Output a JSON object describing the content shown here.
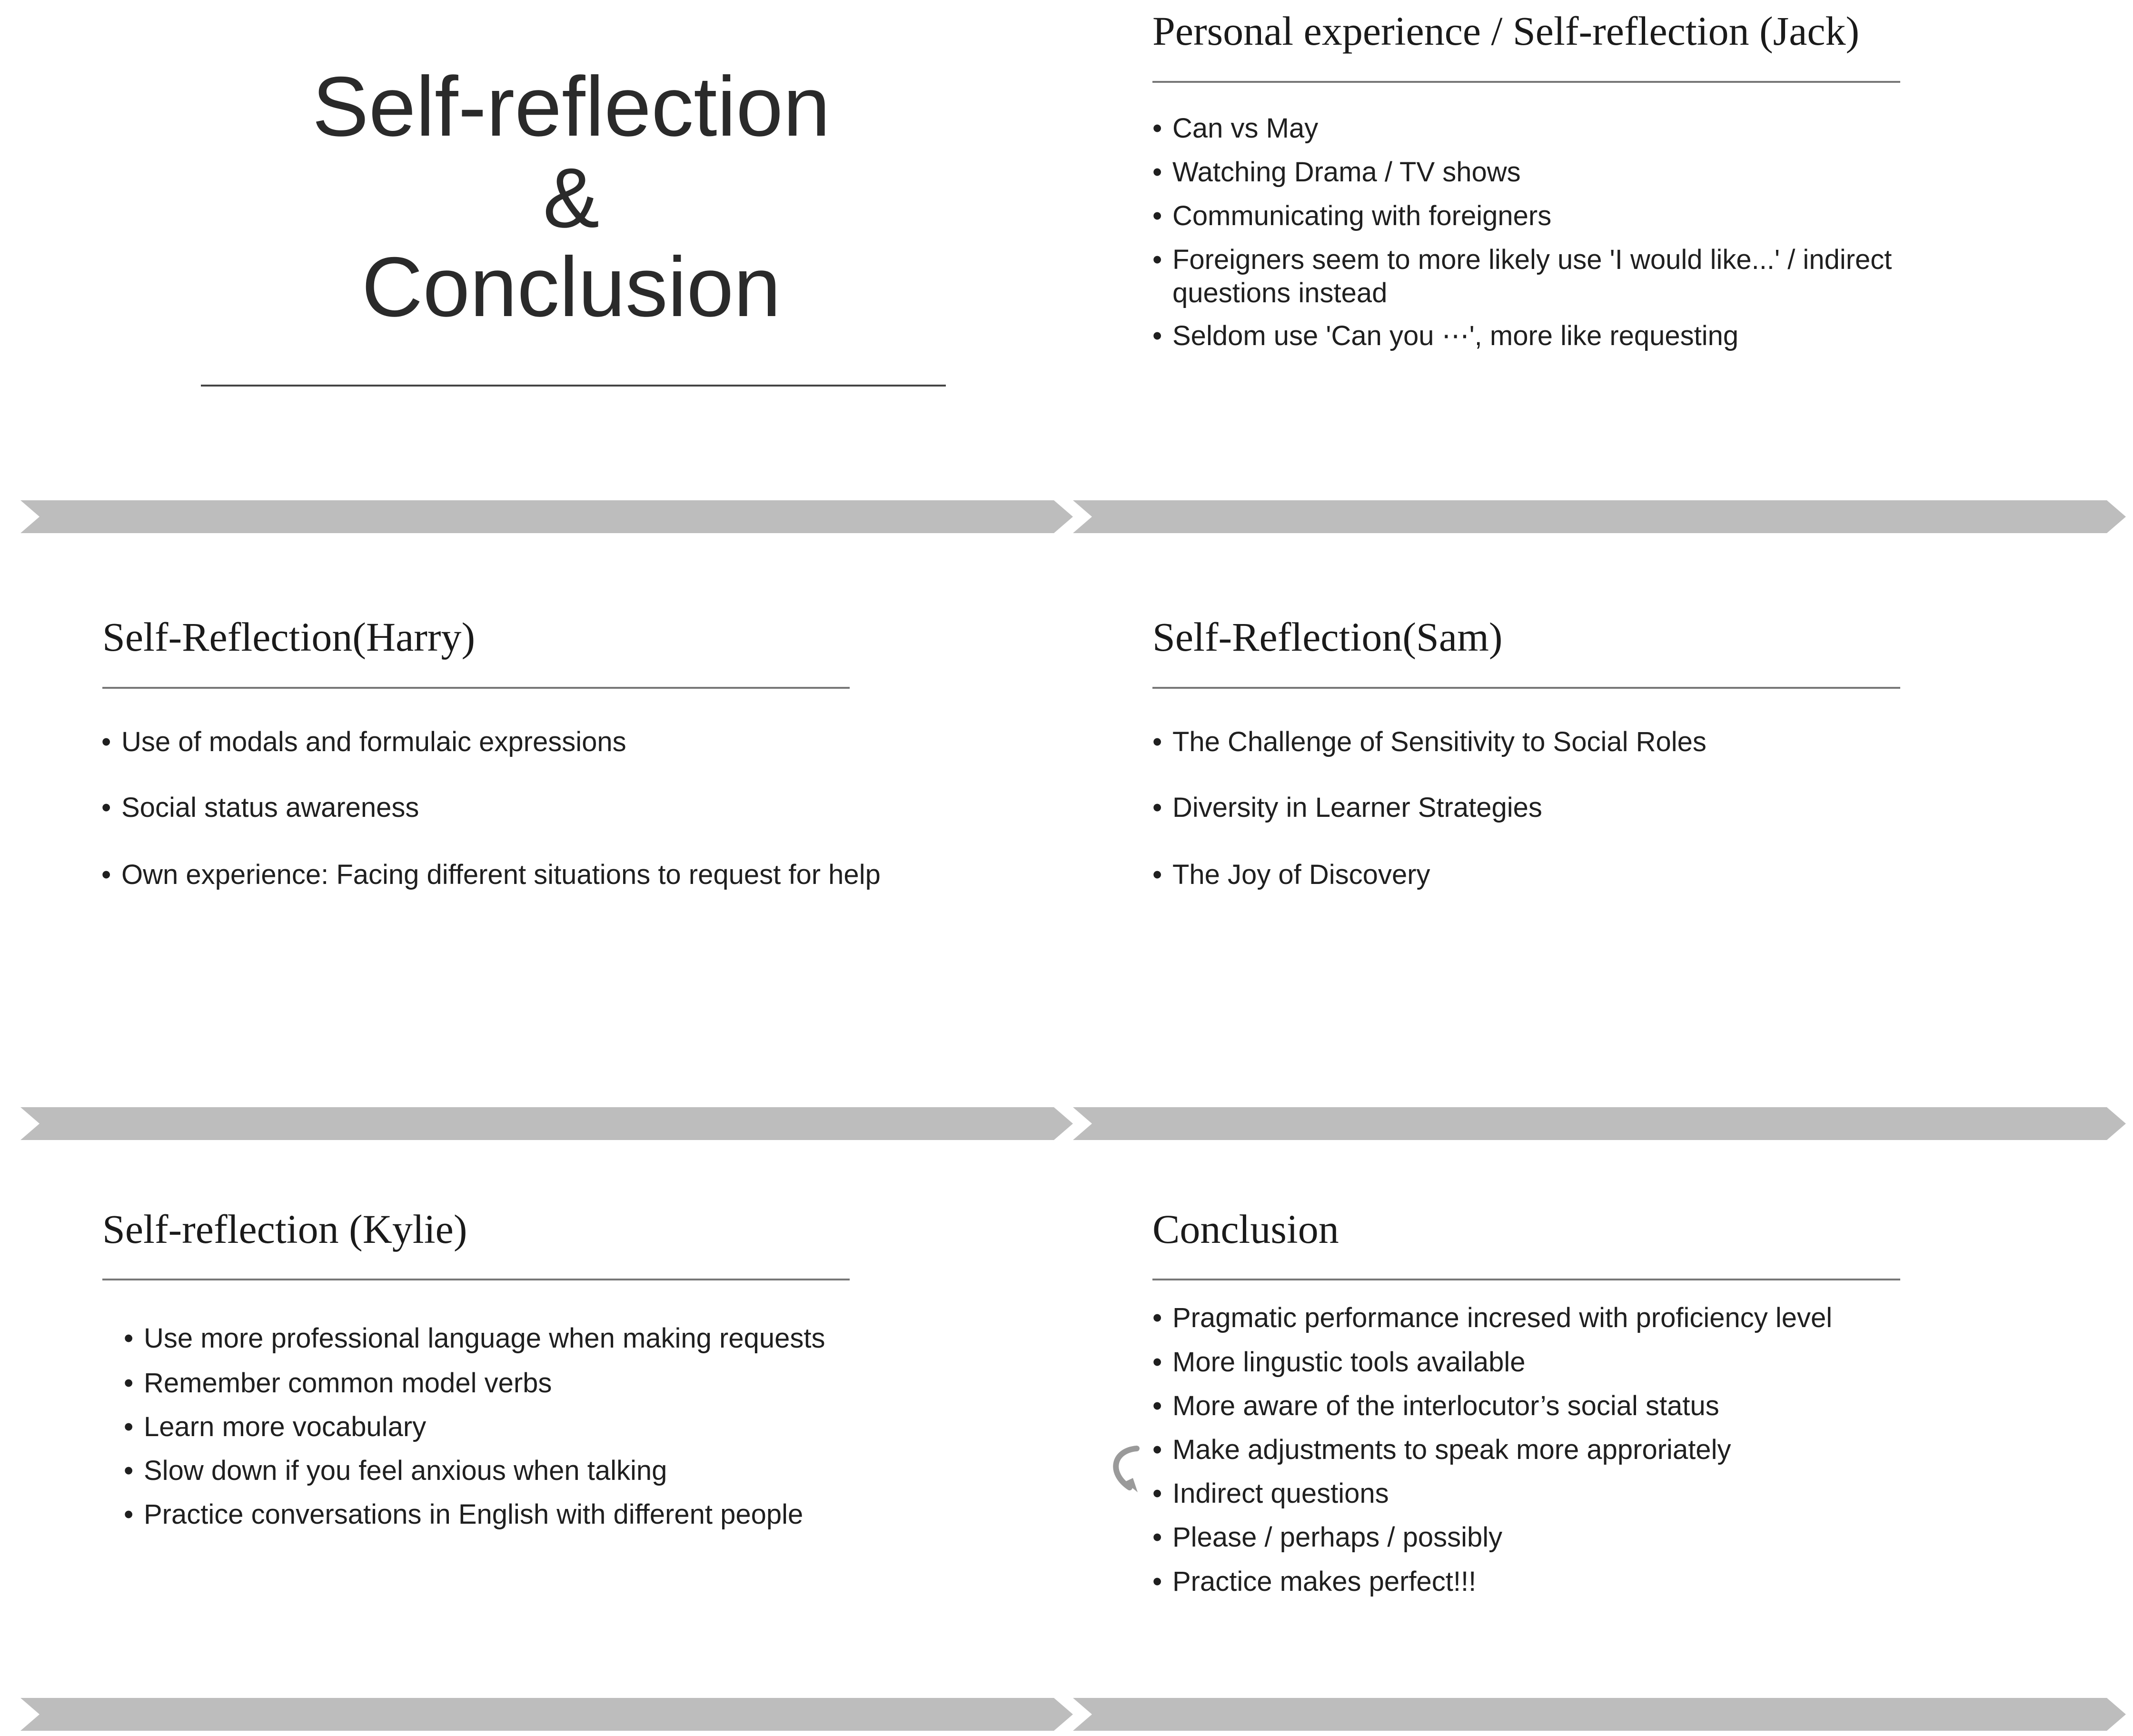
{
  "title_slide": {
    "line1": "Self-reflection",
    "line2": "&",
    "line3": "Conclusion"
  },
  "jack": {
    "title": "Personal experience / Self-reflection (Jack)",
    "bullets": [
      "Can vs May",
      "Watching Drama / TV shows",
      "Communicating with foreigners",
      "Foreigners seem to more likely use 'I would like...' / indirect questions instead",
      "Seldom use 'Can you ⋯', more like requesting"
    ]
  },
  "harry": {
    "title": "Self-Reflection(Harry)",
    "bullets": [
      "Use of modals and formulaic expressions",
      "Social status awareness",
      "Own experience: Facing different situations to request for help"
    ]
  },
  "sam": {
    "title": "Self-Reflection(Sam)",
    "bullets": [
      "The Challenge of Sensitivity to Social Roles",
      "Diversity in Learner Strategies",
      "The Joy of Discovery"
    ]
  },
  "kylie": {
    "title": "Self-reflection (Kylie)",
    "bullets": [
      "Use more professional language when making requests",
      "Remember common model verbs",
      "Learn more vocabulary",
      "Slow down if you feel anxious when talking",
      "Practice conversations in English with different people"
    ]
  },
  "conclusion": {
    "title": "Conclusion",
    "bullets": [
      "Pragmatic performance incresed with proficiency level",
      "More lingustic tools available",
      "More aware of the interlocutor’s social status",
      "Make adjustments to speak more approriately",
      "Indirect questions",
      "Please / perhaps / possibly",
      "Practice makes perfect!!!"
    ]
  },
  "colors": {
    "bar": "#bdbdbd",
    "rule": "#777777"
  }
}
